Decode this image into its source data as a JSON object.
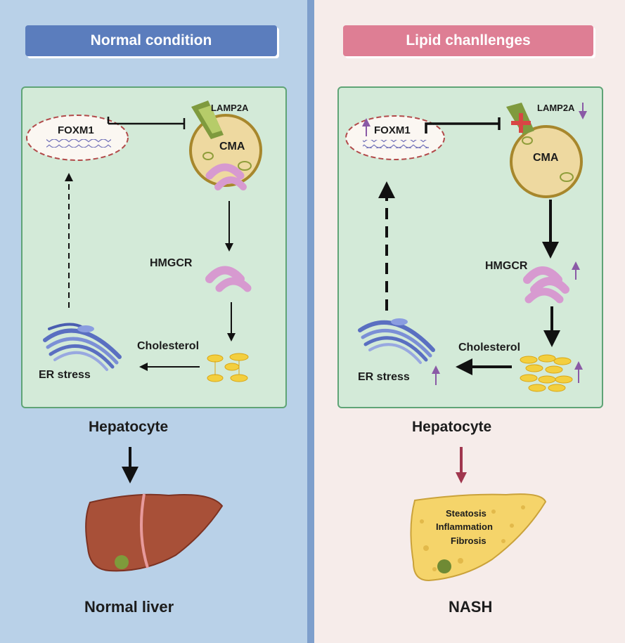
{
  "colors": {
    "left_bg": "#b9d1e8",
    "right_bg": "#f6ecea",
    "left_header": "#5b7dbd",
    "right_header": "#de7e94",
    "cell_fill": "#d3ead8",
    "cell_border": "#5fa476",
    "up_down_arrow": "#8a5aa6",
    "nash_arrow": "#a0364e"
  },
  "left": {
    "header": "Normal condition",
    "foxm1": "FOXM1",
    "lamp2a": "LAMP2A",
    "cma": "CMA",
    "hmgcr": "HMGCR",
    "cholesterol": "Cholesterol",
    "er_stress": "ER stress",
    "hepatocyte": "Hepatocyte",
    "outcome": "Normal liver"
  },
  "right": {
    "header": "Lipid chanllenges",
    "foxm1": "FOXM1",
    "lamp2a": "LAMP2A",
    "cma": "CMA",
    "hmgcr": "HMGCR",
    "cholesterol": "Cholesterol",
    "er_stress": "ER stress",
    "hepatocyte": "Hepatocyte",
    "liver_labels": [
      "Steatosis",
      "Inflammation",
      "Fibrosis"
    ],
    "outcome": "NASH"
  }
}
